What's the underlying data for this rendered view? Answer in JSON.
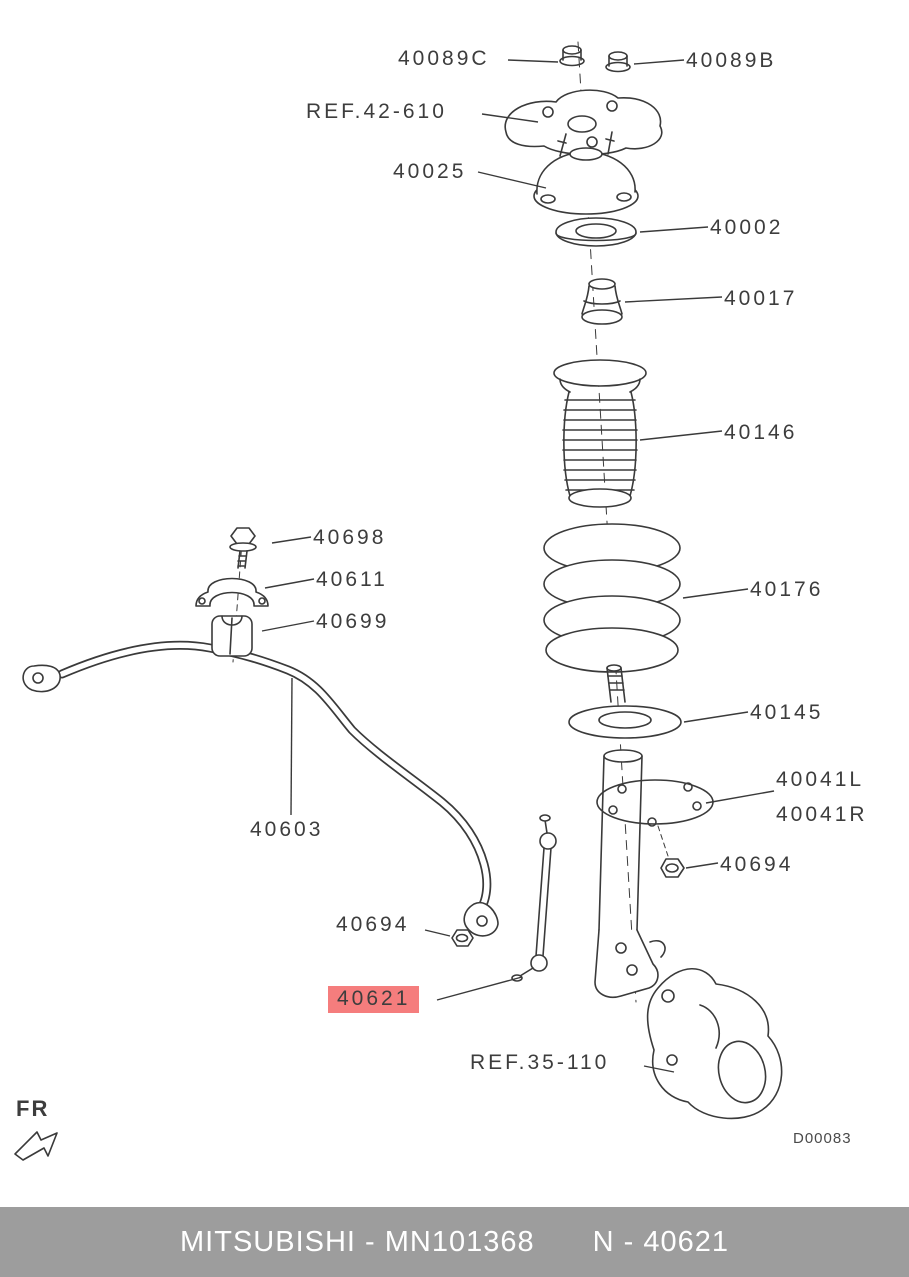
{
  "diagram": {
    "code": "D00083",
    "fr_label": "FR",
    "highlight_color": "#f57d7d",
    "line_color": "#3a3a3a",
    "labels": {
      "l40089c": "40089C",
      "l40089b": "40089B",
      "ref42610": "REF.42-610",
      "l40025": "40025",
      "l40002": "40002",
      "l40017": "40017",
      "l40146": "40146",
      "l40176": "40176",
      "l40145": "40145",
      "l40041l": "40041L",
      "l40041r": "40041R",
      "l40694_right": "40694",
      "l40698": "40698",
      "l40611": "40611",
      "l40699": "40699",
      "l40603": "40603",
      "l40694_left": "40694",
      "l40621": "40621",
      "ref35110": "REF.35-110"
    }
  },
  "footer": {
    "left_text": "MITSUBISHI - MN101368",
    "right_text": "N - 40621",
    "bg_color": "#9d9d9d"
  }
}
